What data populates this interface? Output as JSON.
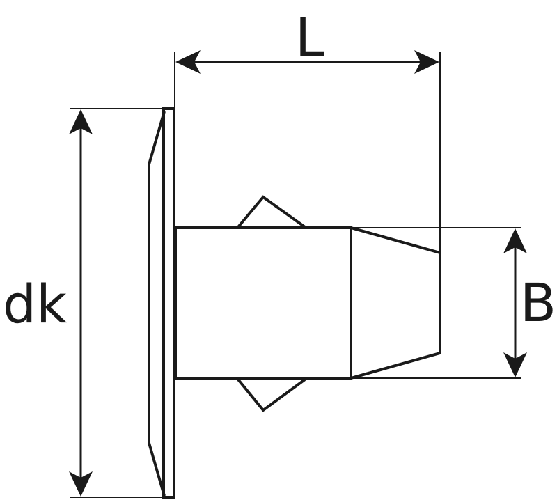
{
  "labels": {
    "length": "L",
    "head_diameter": "dk",
    "width": "B"
  },
  "colors": {
    "line": "#1a1a1a",
    "background": "#ffffff"
  }
}
